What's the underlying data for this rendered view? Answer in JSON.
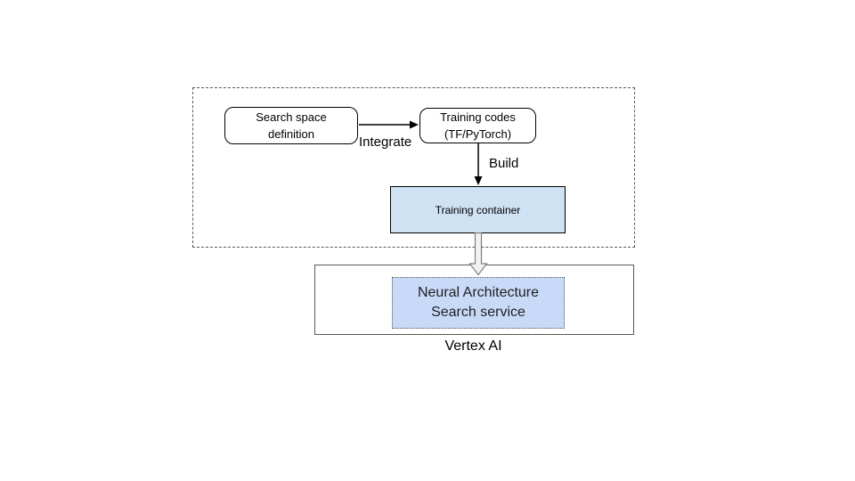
{
  "diagram": {
    "workflow_group": {
      "nodes": {
        "search_space": {
          "label_line1": "Search space",
          "label_line2": "definition"
        },
        "training_codes": {
          "label_line1": "Training codes",
          "label_line2": "(TF/PyTorch)"
        },
        "training_container": {
          "label": "Training container",
          "fill": "#cfe2f3"
        }
      },
      "edges": {
        "integrate": {
          "label": "Integrate"
        },
        "build": {
          "label": "Build"
        }
      }
    },
    "vertex_group": {
      "label": "Vertex AI",
      "nas_service": {
        "label_line1": "Neural Architecture",
        "label_line2": "Search service",
        "fill": "#c9daf8"
      }
    },
    "colors": {
      "node_border": "#000000",
      "group_border": "#595959",
      "arrow_stroke": "#000000",
      "hollow_arrow_fill": "#f2f2f2",
      "hollow_arrow_stroke": "#808080",
      "background": "#ffffff"
    }
  }
}
